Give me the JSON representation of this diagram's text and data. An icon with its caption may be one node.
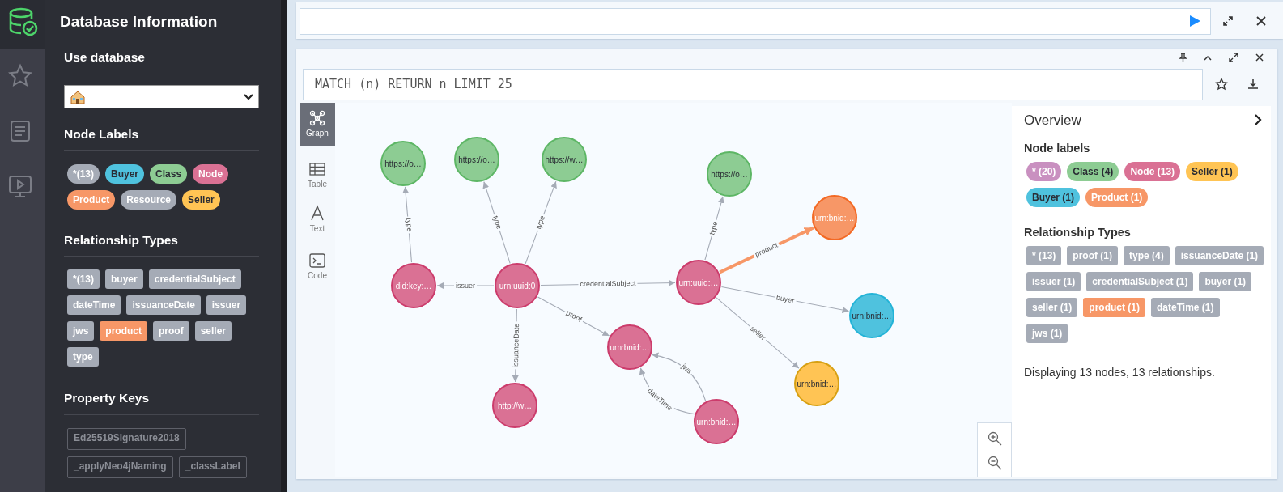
{
  "diagram": {
    "nodes": [
      {
        "text": [
          "https://o…"
        ]
      },
      {
        "text": [
          "https://o…"
        ]
      },
      {
        "text": [
          "https://w…"
        ]
      },
      {
        "text": [
          "https://o…"
        ]
      },
      {
        "text": [
          "urn:bnid:…"
        ]
      },
      {
        "text": [
          "did:key:…"
        ]
      },
      {
        "text": [
          "urn:uuid:0"
        ]
      },
      {
        "text": [
          "urn:uuid:…"
        ]
      },
      {
        "text": [
          "urn:bnid:…"
        ]
      },
      {
        "text": [
          "urn:bnid:…"
        ]
      },
      {
        "text": [
          "urn:bnid:…"
        ]
      },
      {
        "text": [
          "http://w…"
        ]
      },
      {
        "text": [
          "urn:bnid:…"
        ]
      }
    ],
    "edges": [
      {
        "from": 5,
        "to": 0,
        "arrow": "to",
        "label": "type"
      },
      {
        "from": 6,
        "to": 1,
        "arrow": "to",
        "label": "type"
      },
      {
        "from": 6,
        "to": 2,
        "arrow": "to",
        "label": "type"
      },
      {
        "from": 6,
        "to": 5,
        "arrow": "to",
        "label": "issuer"
      },
      {
        "from": 6,
        "to": 7,
        "arrow": "to",
        "label": "credentialSubject"
      },
      {
        "from": 6,
        "to": 9,
        "arrow": "to",
        "label": "proof"
      },
      {
        "from": 6,
        "to": 11,
        "arrow": "to",
        "label": "issuanceDate"
      },
      {
        "from": 7,
        "to": 3,
        "arrow": "to",
        "label": "type"
      },
      {
        "from": 7,
        "to": 4,
        "arrow": "to",
        "label": "product",
        "style": "thick",
        "color": "#f79767"
      },
      {
        "from": 7,
        "to": 8,
        "arrow": "to",
        "label": "buyer"
      },
      {
        "from": 7,
        "to": 10,
        "arrow": "to",
        "label": "seller"
      },
      {
        "from": 12,
        "to": 9,
        "arrow": "to",
        "label": "dateTime"
      },
      {
        "from": 12,
        "to": 9,
        "arrow": "to",
        "label": "jws"
      }
    ],
    "labels": [
      "Database Information",
      "Use database",
      "Node Labels",
      "*(13)",
      "Buyer",
      "Class",
      "Node",
      "Product",
      "Resource",
      "Seller",
      "Relationship Types",
      "*(13)",
      "buyer",
      "credentialSubject",
      "dateTime",
      "issuanceDate",
      "issuer",
      "jws",
      "product",
      "proof",
      "seller",
      "type",
      "Property Keys",
      "Ed25519Signature2018",
      "_applyNeo4jNaming",
      "_classLabel",
      "MATCH (n) RETURN n LIMIT 25",
      "Graph",
      "Table",
      "Text",
      "Code",
      "Overview",
      "Node labels",
      "* (20)",
      "Class (4)",
      "Node (13)",
      "Seller (1)",
      "Buyer (1)",
      "Product (1)",
      "Relationship Types",
      "* (13)",
      "proof (1)",
      "type (4)",
      "issuanceDate (1)",
      "issuer (1)",
      "credentialSubject (1)",
      "buyer (1)",
      "seller (1)",
      "product (1)",
      "dateTime (1)",
      "jws (1)",
      "Displaying 13 nodes, 13 relationships."
    ]
  }
}
